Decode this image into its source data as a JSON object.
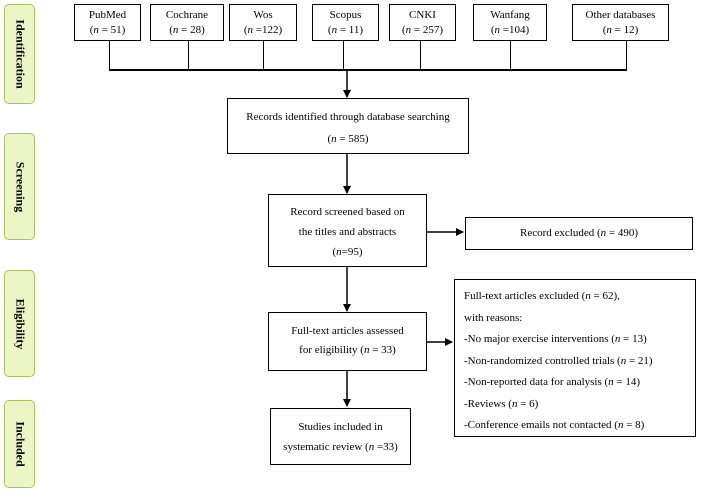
{
  "stages": [
    "Identification",
    "Screening",
    "Eligibility",
    "Included"
  ],
  "sources": [
    {
      "name": "PubMed",
      "n": "= 51)"
    },
    {
      "name": "Cochrane",
      "n": "= 28)"
    },
    {
      "name": "Wos",
      "n": "=122)"
    },
    {
      "name": "Scopus",
      "n": "= 11)"
    },
    {
      "name": "CNKI",
      "n": "= 257)"
    },
    {
      "name": "Wanfang",
      "n": "=104)"
    },
    {
      "name": "Other databases",
      "n": "= 12)"
    }
  ],
  "identified": {
    "line1": "Records identified through database searching",
    "line2": "= 585)"
  },
  "screened": {
    "line1": "Record screened based on",
    "line2": "the titles and abstracts",
    "line3": "=95)"
  },
  "excluded_record": {
    "text": "Record excluded (",
    "n": "= 490)"
  },
  "assessed": {
    "line1": "Full-text articles assessed",
    "line2": "for eligibility (",
    "n": "= 33)"
  },
  "included": {
    "line1": "Studies included in",
    "line2": "systematic review (",
    "n": "=33)"
  },
  "fulltext_excluded": {
    "title": "Full-text articles excluded (",
    "title_n": "= 62),",
    "subtitle": "with reasons:",
    "reasons": [
      {
        "text": "-No major exercise interventions (",
        "n": "= 13)"
      },
      {
        "text": "-Non-randomized controlled trials (",
        "n": "= 21)"
      },
      {
        "text": "-Non-reported data for analysis (",
        "n": "= 14)"
      },
      {
        "text": "-Reviews (",
        "n": "= 6)"
      },
      {
        "text": "-Conference emails not contacted (",
        "n": "= 8)"
      }
    ]
  },
  "n_symbol": "n",
  "open_paren": "("
}
